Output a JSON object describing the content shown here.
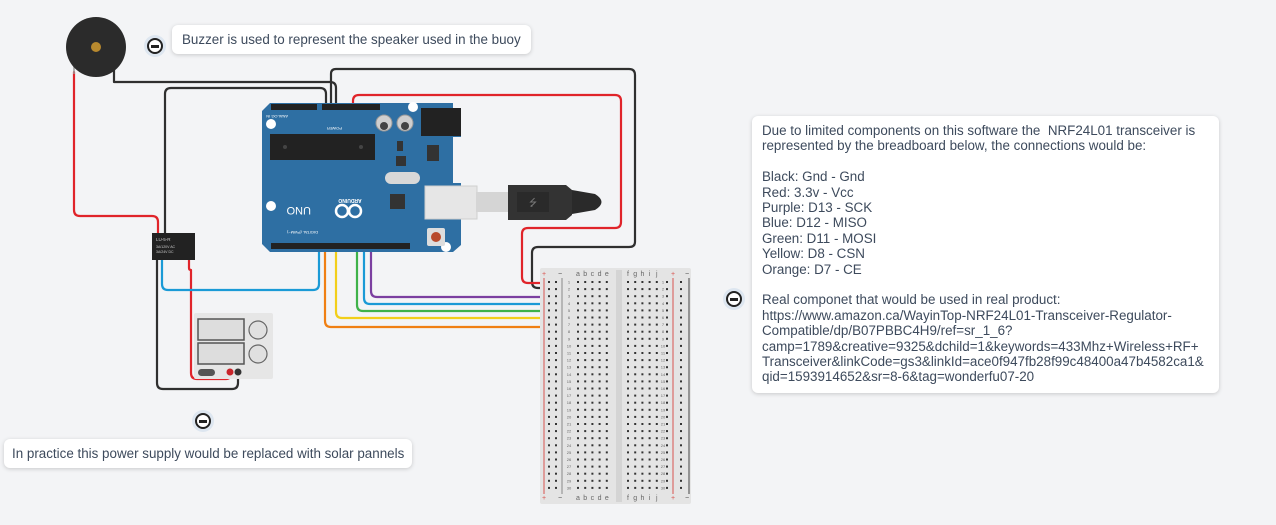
{
  "notes": {
    "buzzer": {
      "text": "Buzzer is used to represent the speaker used in the buoy"
    },
    "power_supply": {
      "text": "In practice this power supply would be replaced with solar pannels"
    },
    "transceiver": {
      "lines": [
        "Due to limited components on this software the  NRF24L01 transceiver is",
        "represented by the breadboard below, the connections would be:",
        "",
        "Black: Gnd - Gnd",
        "Red: 3.3v - Vcc",
        "Purple: D13 - SCK",
        "Blue: D12 - MISO",
        "Green: D11 - MOSI",
        "Yellow: D8 - CSN",
        "Orange: D7 - CE",
        "",
        "Real componet that would be used in real product:",
        "https://www.amazon.ca/WayinTop-NRF24L01-Transceiver-Regulator-",
        "Compatible/dp/B07PBBC4H9/ref=sr_1_6?",
        "camp=1789&creative=9325&dchild=1&keywords=433Mhz+Wireless+RF+",
        "Transceiver&linkCode=gs3&linkId=ace0f947fb28f99c48400a47b4582ca1&",
        "qid=1593914652&sr=8-6&tag=wonderfu07-20"
      ]
    }
  },
  "components": {
    "arduino": {
      "brand": "ARDUINO",
      "model": "UNO",
      "header_labels": [
        "ANALOG IN",
        "POWER",
        "DIGITAL (PWM~)"
      ]
    },
    "relay": {
      "lines": [
        "LU-5-R",
        "3A/120V AC",
        "3A/24V DC"
      ]
    },
    "breadboard": {
      "left_columns": [
        "a",
        "b",
        "c",
        "d",
        "e"
      ],
      "right_columns": [
        "f",
        "g",
        "h",
        "i",
        "j"
      ],
      "rows": 30,
      "rail_plus": "+",
      "rail_minus": "−"
    }
  },
  "wires": {
    "black": "#2f2f2f",
    "red": "#e0242a",
    "purple": "#7b3fa0",
    "blue": "#1a9ad6",
    "green": "#3fb24a",
    "yellow": "#f2cf1a",
    "orange": "#f07f13"
  },
  "colors": {
    "arduino_board": "#2e6fa3",
    "canvas": "#f3f4f6",
    "note_text": "#3d4a5c"
  }
}
